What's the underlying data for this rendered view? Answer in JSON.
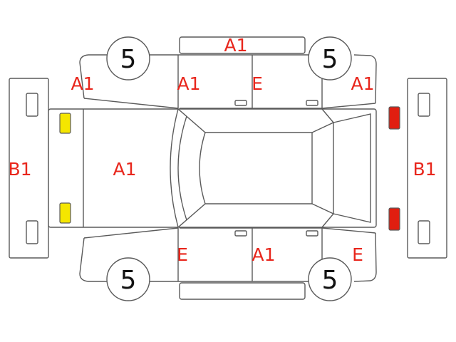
{
  "colors": {
    "label": "#e8261c",
    "outline": "#5a5a5a",
    "front_lamp": "#f5e600",
    "rear_lamp": "#e01e10"
  },
  "labels": {
    "roof_top": "A1",
    "fender_front_left": "A1",
    "door_front_left": "A1",
    "door_rear_left": "E",
    "fender_rear_left": "A1",
    "bumper_front": "B1",
    "hood": "A1",
    "bumper_rear": "B1",
    "door_front_right": "E",
    "door_rear_right": "A1",
    "fender_rear_right": "E"
  },
  "tires": {
    "front_left": "5",
    "rear_left": "5",
    "front_right": "5",
    "rear_right": "5"
  }
}
